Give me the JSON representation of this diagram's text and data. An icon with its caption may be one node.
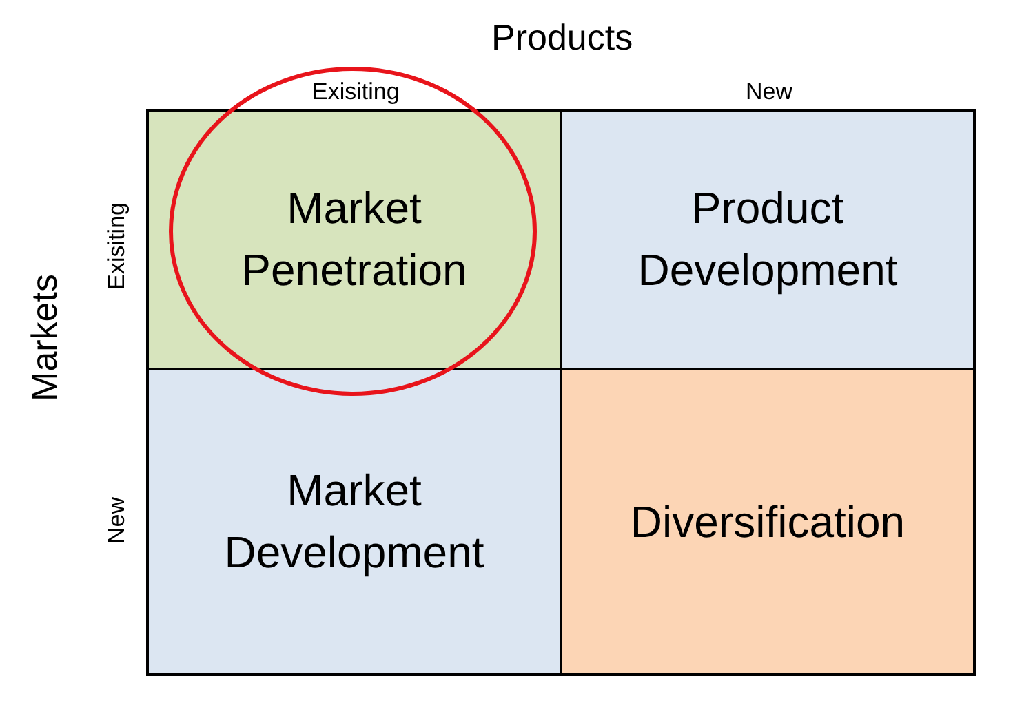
{
  "diagram": {
    "nodes": [
      {
        "text": [
          "Market Penetration"
        ]
      },
      {
        "text": [
          "Product Development"
        ]
      },
      {
        "text": [
          "Market Development"
        ]
      },
      {
        "text": [
          "Diversification"
        ]
      }
    ],
    "labels": [
      "Products",
      "Exisiting",
      "New",
      "Markets",
      "Exisiting",
      "New"
    ]
  }
}
